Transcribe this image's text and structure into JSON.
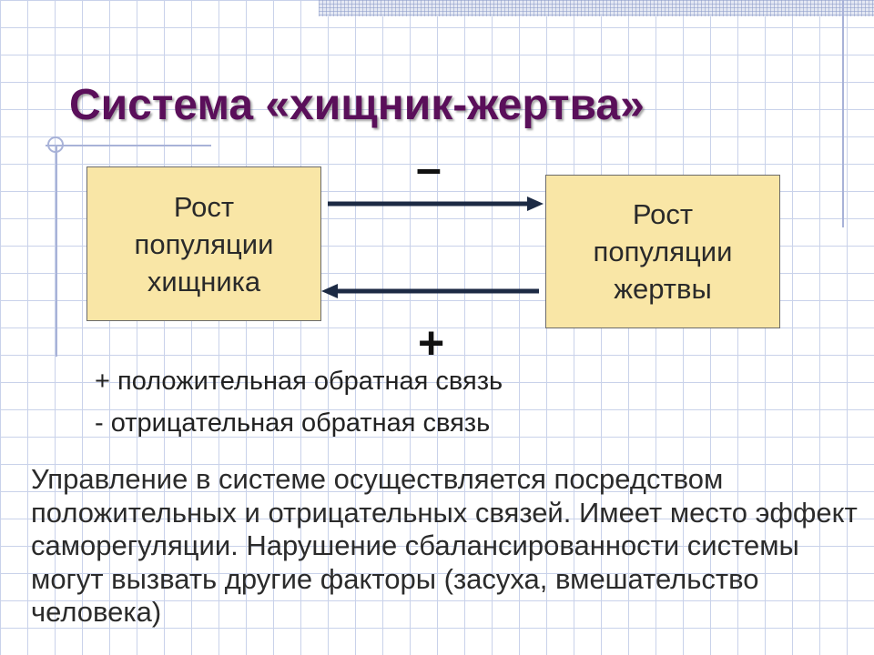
{
  "slide": {
    "title": "Система «хищник-жертва»",
    "diagram": {
      "predator_box": "Рост\nпопуляции\nхищника",
      "prey_box": "Рост\nпопуляции\nжертвы",
      "top_sign": "–",
      "bottom_sign": "+"
    },
    "legend": {
      "positive": "+ положительная обратная связь",
      "negative": "- отрицательная обратная связь"
    },
    "paragraph": "Управление в системе осуществляется посредством положительных и отрицательных связей. Имеет место эффект саморегуляции. Нарушение сбалансированности системы могут вызвать другие факторы (засуха, вмешательство человека)"
  },
  "colors": {
    "title": "#5a0f5a",
    "box_fill": "#f9e6a6",
    "arrow": "#1c2a44",
    "grid": "#c9d2ea"
  }
}
